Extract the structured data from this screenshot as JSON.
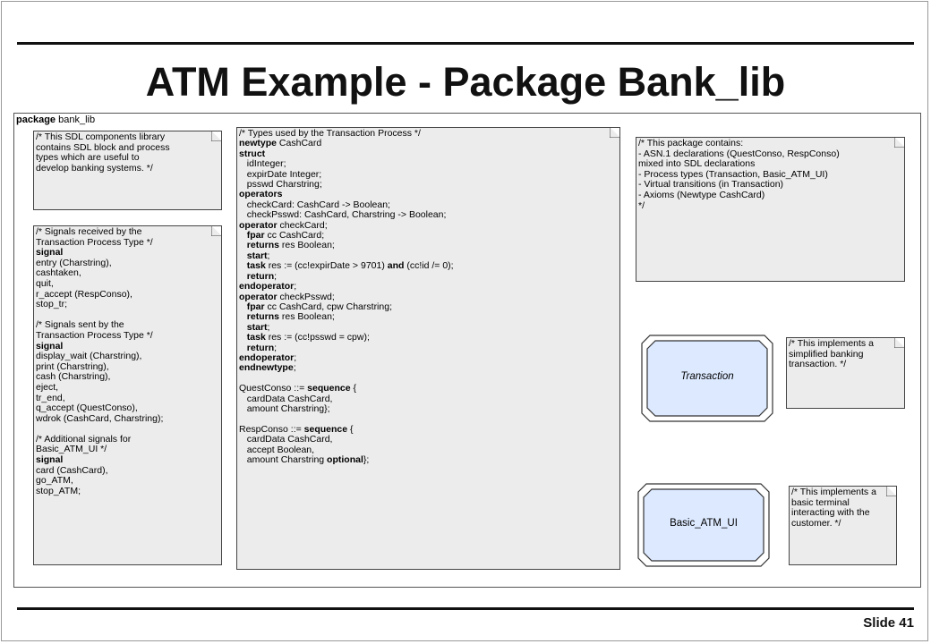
{
  "title": "ATM Example - Package Bank_lib",
  "slide_label": "Slide 41",
  "package": {
    "keyword": "package",
    "name": "bank_lib"
  },
  "note_library": "/* This SDL components library\ncontains SDL block and process\ntypes which are useful to\ndevelop banking systems. */",
  "note_signals": "/* Signals received by the\nTransaction Process Type */\nsignal\nentry (Charstring),\ncashtaken,\nquit,\nr_accept (RespConso),\nstop_tr;\n\n/* Signals sent by the\nTransaction Process Type */\nsignal\ndisplay_wait (Charstring),\nprint (Charstring),\ncash (Charstring),\neject,\ntr_end,\nq_accept (QuestConso),\nwdrok (CashCard, Charstring);\n\n/* Additional signals for\nBasic_ATM_UI */\nsignal\ncard (CashCard),\ngo_ATM,\nstop_ATM;",
  "code_lines": [
    [
      [
        "",
        "/* Types used by the Transaction Process */"
      ]
    ],
    [
      [
        "kw",
        "newtype"
      ],
      [
        "",
        " CashCard"
      ]
    ],
    [
      [
        "kw",
        "struct"
      ]
    ],
    [
      [
        "",
        "   idInteger;"
      ]
    ],
    [
      [
        "",
        "   expirDate Integer;"
      ]
    ],
    [
      [
        "",
        "   psswd Charstring;"
      ]
    ],
    [
      [
        "kw",
        "operators"
      ]
    ],
    [
      [
        "",
        "   checkCard: CashCard -> Boolean;"
      ]
    ],
    [
      [
        "",
        "   checkPsswd: CashCard, Charstring -> Boolean;"
      ]
    ],
    [
      [
        "kw",
        "operator"
      ],
      [
        "",
        " checkCard;"
      ]
    ],
    [
      [
        "",
        "   "
      ],
      [
        "kw",
        "fpar"
      ],
      [
        "",
        " cc CashCard;"
      ]
    ],
    [
      [
        "",
        "   "
      ],
      [
        "kw",
        "returns"
      ],
      [
        "",
        " res Boolean;"
      ]
    ],
    [
      [
        "",
        "   "
      ],
      [
        "kw",
        "start"
      ],
      [
        "",
        ";"
      ]
    ],
    [
      [
        "",
        "   "
      ],
      [
        "kw",
        "task"
      ],
      [
        "",
        " res := (cc!expirDate > 9701) "
      ],
      [
        "kw",
        "and"
      ],
      [
        "",
        " (cc!id /= 0);"
      ]
    ],
    [
      [
        "",
        "   "
      ],
      [
        "kw",
        "return"
      ],
      [
        "",
        ";"
      ]
    ],
    [
      [
        "kw",
        "endoperator"
      ],
      [
        "",
        ";"
      ]
    ],
    [
      [
        "kw",
        "operator"
      ],
      [
        "",
        " checkPsswd;"
      ]
    ],
    [
      [
        "",
        "   "
      ],
      [
        "kw",
        "fpar"
      ],
      [
        "",
        " cc CashCard, cpw Charstring;"
      ]
    ],
    [
      [
        "",
        "   "
      ],
      [
        "kw",
        "returns"
      ],
      [
        "",
        " res Boolean;"
      ]
    ],
    [
      [
        "",
        "   "
      ],
      [
        "kw",
        "start"
      ],
      [
        "",
        ";"
      ]
    ],
    [
      [
        "",
        "   "
      ],
      [
        "kw",
        "task"
      ],
      [
        "",
        " res := (cc!psswd = cpw);"
      ]
    ],
    [
      [
        "",
        "   "
      ],
      [
        "kw",
        "return"
      ],
      [
        "",
        ";"
      ]
    ],
    [
      [
        "kw",
        "endoperator"
      ],
      [
        "",
        ";"
      ]
    ],
    [
      [
        "kw",
        "endnewtype"
      ],
      [
        "",
        ";"
      ]
    ],
    [
      [
        "",
        ""
      ]
    ],
    [
      [
        "",
        "QuestConso ::= "
      ],
      [
        "kw",
        "sequence"
      ],
      [
        "",
        " {"
      ]
    ],
    [
      [
        "",
        "   cardData CashCard,"
      ]
    ],
    [
      [
        "",
        "   amount Charstring};"
      ]
    ],
    [
      [
        "",
        ""
      ]
    ],
    [
      [
        "",
        "RespConso ::= "
      ],
      [
        "kw",
        "sequence"
      ],
      [
        "",
        " {"
      ]
    ],
    [
      [
        "",
        "   cardData CashCard,"
      ]
    ],
    [
      [
        "",
        "   accept Boolean,"
      ]
    ],
    [
      [
        "",
        "   amount Charstring "
      ],
      [
        "kw",
        "optional"
      ],
      [
        "",
        "};"
      ]
    ]
  ],
  "note_package": "/* This package contains:\n- ASN.1 declarations (QuestConso, RespConso)\nmixed into SDL declarations\n- Process types (Transaction, Basic_ATM_UI)\n- Virtual transitions (in Transaction)\n- Axioms (Newtype CashCard)\n*/",
  "process_transaction": "Transaction",
  "note_transaction": "/* This implements a\nsimplified banking\ntransaction. */",
  "process_basic_atm_ui": "Basic_ATM_UI",
  "note_basic_atm_ui": "/* This implements a\nbasic terminal\ninteracting with the\ncustomer. */",
  "colors": {
    "process_fill": "#dce9ff",
    "note_fill": "#ececec"
  }
}
